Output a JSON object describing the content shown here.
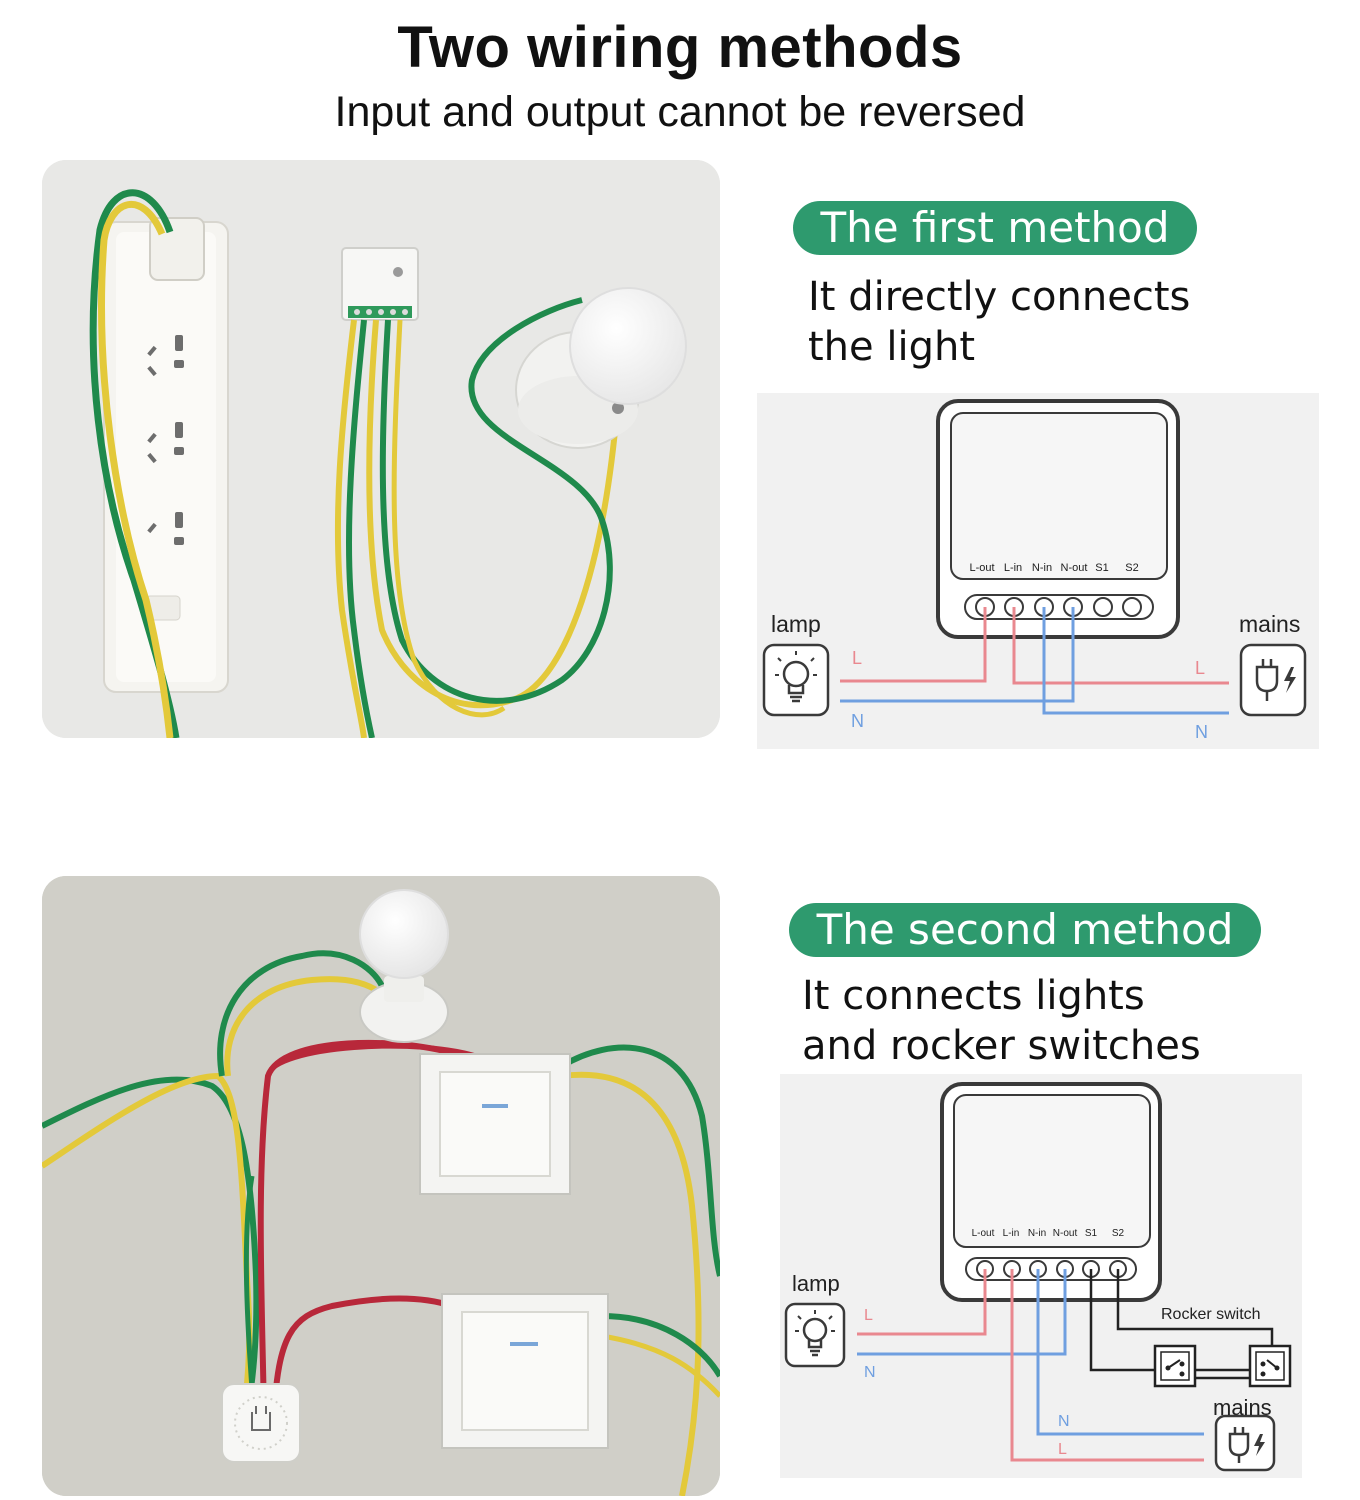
{
  "header": {
    "title": "Two wiring methods",
    "subtitle": "Input and output cannot be reversed"
  },
  "method1": {
    "badge": "The first method",
    "desc_line1": "It directly connects",
    "desc_line2": "the light",
    "diagram": {
      "terminals": [
        "L-out",
        "L-in",
        "N-in",
        "N-out",
        "S1",
        "S2"
      ],
      "lamp_label": "lamp",
      "mains_label": "mains",
      "wire_L_left": "L",
      "wire_N_left": "N",
      "wire_L_right": "L",
      "wire_N_right": "N"
    }
  },
  "method2": {
    "badge": "The second method",
    "desc_line1": "It connects lights",
    "desc_line2": "and rocker switches",
    "diagram": {
      "terminals": [
        "L-out",
        "L-in",
        "N-in",
        "N-out",
        "S1",
        "S2"
      ],
      "lamp_label": "lamp",
      "mains_label": "mains",
      "rocker_label": "Rocker switch",
      "wire_L_left": "L",
      "wire_N_left": "N",
      "wire_N_bottom": "N",
      "wire_L_bottom": "L"
    }
  },
  "colors": {
    "badge_green": "#2e9a6e",
    "live_wire": "#e9888f",
    "neutral_wire": "#6f9fe0",
    "wire_green": "#1f8a4c",
    "wire_yellow": "#e3c93a",
    "wire_red": "#b8283a"
  }
}
